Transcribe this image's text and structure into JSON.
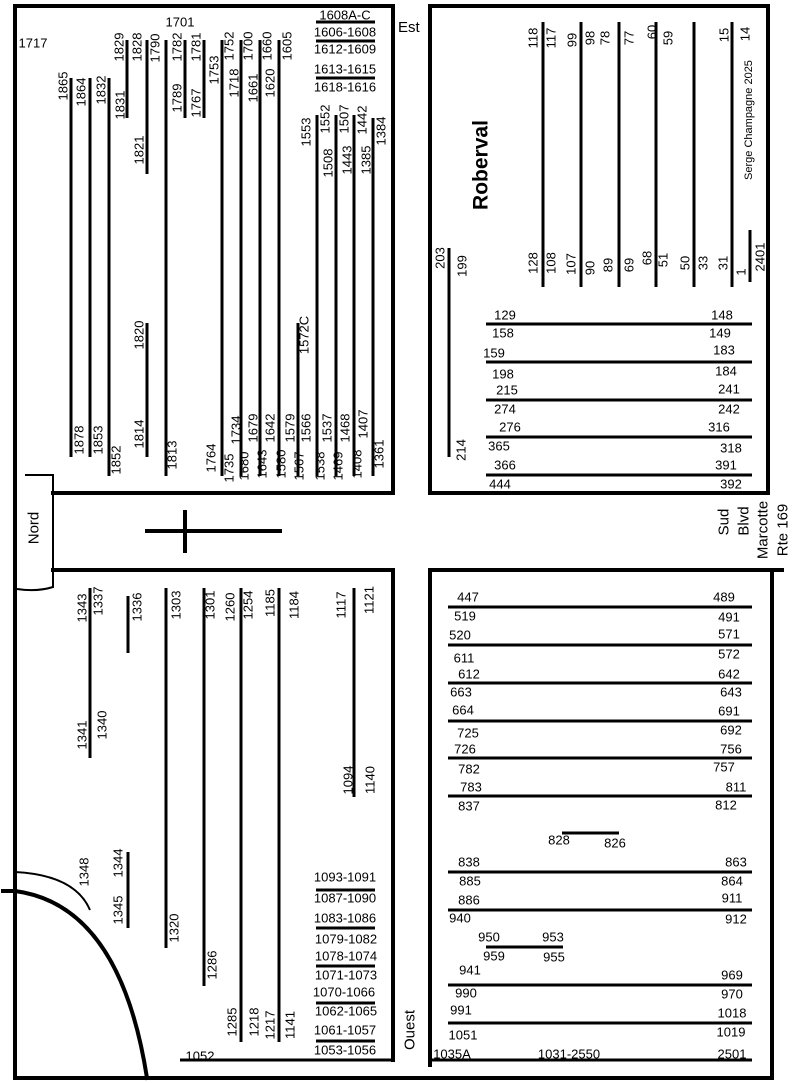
{
  "map": {
    "title": "Roberval",
    "credit": "Serge Champagne 2025",
    "directions": {
      "est": "Est",
      "ouest": "Ouest",
      "nord": "Nord",
      "sud": "Sud"
    },
    "road": [
      "Blvd",
      "Marcotte",
      "Rte 169"
    ]
  },
  "sections": {
    "nw": [
      "1701",
      "1717",
      "1608A-C",
      "1606-1608",
      "1612-1609",
      "1613-1615",
      "1618-1616",
      "1865",
      "1864",
      "1832",
      "1829",
      "1831",
      "1828",
      "1821",
      "1790",
      "1782",
      "1789",
      "1781",
      "1767",
      "1753",
      "1752",
      "1718",
      "1700",
      "1661",
      "1660",
      "1620",
      "1605",
      "1553",
      "1552",
      "1508",
      "1507",
      "1443",
      "1442",
      "1385",
      "1384",
      "1820",
      "1814",
      "1878",
      "1853",
      "1852",
      "1813",
      "1764",
      "1735",
      "1734",
      "1680",
      "1679",
      "1643",
      "1642",
      "1580",
      "1579",
      "1572C",
      "1567",
      "1566",
      "1538",
      "1537",
      "1469",
      "1468",
      "1408",
      "1407",
      "1361"
    ],
    "ne": [
      "118",
      "117",
      "99",
      "98",
      "78",
      "77",
      "60",
      "59",
      "15",
      "14",
      "128",
      "108",
      "107",
      "90",
      "89",
      "69",
      "68",
      "51",
      "50",
      "33",
      "31",
      "1",
      "2401",
      "203",
      "199",
      "214",
      "129",
      "158",
      "148",
      "149",
      "159",
      "198",
      "183",
      "184",
      "215",
      "274",
      "241",
      "242",
      "276",
      "365",
      "316",
      "318",
      "366",
      "444",
      "391",
      "392"
    ],
    "sw": [
      "1343",
      "1337",
      "1341",
      "1340",
      "1336",
      "1303",
      "1320",
      "1301",
      "1286",
      "1260",
      "1254",
      "1285",
      "1218",
      "1185",
      "1184",
      "1217",
      "1141",
      "1117",
      "1121",
      "1094",
      "1140",
      "1344",
      "1345",
      "1348",
      "1093-1091",
      "1087-1090",
      "1083-1086",
      "1079-1082",
      "1078-1074",
      "1071-1073",
      "1070-1066",
      "1062-1065",
      "1061-1057",
      "1053-1056",
      "1052"
    ],
    "se": [
      "447",
      "519",
      "489",
      "491",
      "520",
      "611",
      "571",
      "572",
      "612",
      "663",
      "642",
      "643",
      "664",
      "725",
      "691",
      "692",
      "726",
      "782",
      "756",
      "757",
      "783",
      "837",
      "811",
      "812",
      "828",
      "826",
      "838",
      "885",
      "863",
      "864",
      "886",
      "940",
      "911",
      "912",
      "950",
      "959",
      "953",
      "955",
      "941",
      "990",
      "969",
      "970",
      "991",
      "1051",
      "1018",
      "1019",
      "1035A",
      "1031-2550",
      "2501"
    ]
  }
}
